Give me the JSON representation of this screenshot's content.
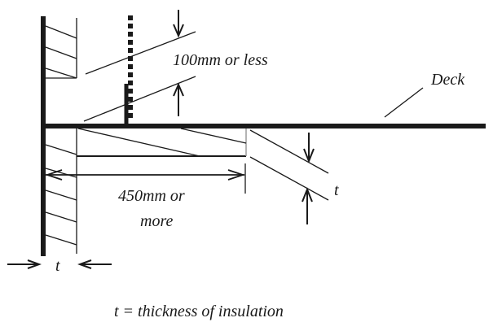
{
  "diagram": {
    "type": "technical-section-drawing",
    "subject": "Deck insulation detail",
    "labels": {
      "deck": "Deck",
      "top_dimension": "100mm or less",
      "horizontal_dimension_line1": "450mm or",
      "horizontal_dimension_line2": "more",
      "thickness_right": "t",
      "thickness_bottom": "t",
      "caption": "t = thickness of insulation"
    },
    "colors": {
      "ink": "#1a1a1a",
      "light_edge": "#9a9a9a",
      "background": "#ffffff"
    }
  }
}
